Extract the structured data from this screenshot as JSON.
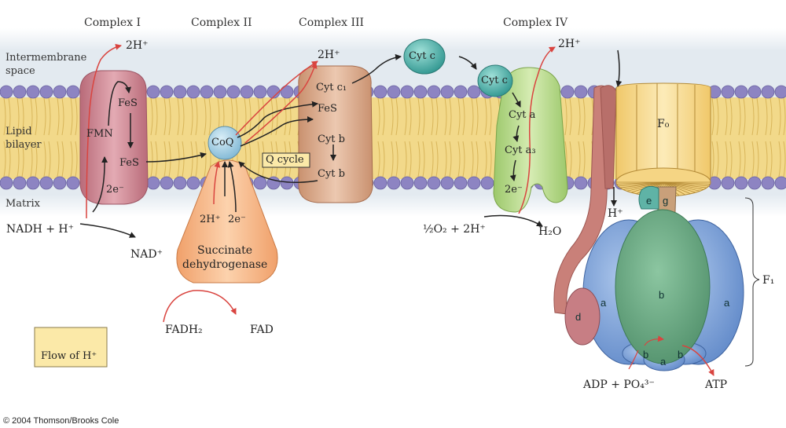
{
  "headers": {
    "complex1": "Complex I",
    "complex2": "Complex II",
    "complex3": "Complex III",
    "complex4": "Complex IV"
  },
  "regions": {
    "intermembrane_line1": "Intermembrane",
    "intermembrane_line2": "space",
    "lipid_line1": "Lipid",
    "lipid_line2": "bilayer",
    "matrix": "Matrix"
  },
  "complex1": {
    "fes_top": "FeS",
    "fmn": "FMN",
    "fes_bottom": "FeS",
    "electrons": "2e⁻",
    "proton_out": "2H⁺",
    "nadh": "NADH + H⁺",
    "nad": "NAD⁺"
  },
  "complex2": {
    "coq": "CoQ",
    "protons": "2H⁺",
    "electrons": "2e⁻",
    "name_line1": "Succinate",
    "name_line2": "dehydrogenase",
    "fadh2": "FADH₂",
    "fad": "FAD"
  },
  "complex3": {
    "proton_out": "2H⁺",
    "cyt_c1": "Cyt c₁",
    "fes": "FeS",
    "cyt_b1": "Cyt b",
    "cyt_b2": "Cyt b",
    "q_cycle": "Q cycle",
    "cyt_c_free": "Cyt c"
  },
  "complex4": {
    "proton_out": "2H⁺",
    "cyt_c": "Cyt c",
    "cyt_a": "Cyt a",
    "cyt_a3": "Cyt a₃",
    "electrons": "2e⁻",
    "oxygen": "½O₂ + 2H⁺",
    "water": "H₂O"
  },
  "atp_synthase": {
    "f0": "F₀",
    "f1": "F₁",
    "proton_in": "H⁺",
    "sub_e": "e",
    "sub_g": "g",
    "sub_b_center": "b",
    "sub_a_left": "a",
    "sub_a_right": "a",
    "sub_d": "d",
    "sub_b_bl": "b",
    "sub_a_bottom": "a",
    "sub_b_br": "b",
    "adp": "ADP + PO₄³⁻",
    "atp": "ATP"
  },
  "legend": {
    "label": "Flow of H⁺"
  },
  "copyright": "© 2004 Thomson/Brooks Cole",
  "colors": {
    "membrane_band": "#dde6ee",
    "lipid_core": "#f2d98a",
    "head_group": "#8d84c2",
    "complex1": "#c9838f",
    "complex2": "#f4b483",
    "complex3": "#d9a98c",
    "complex4": "#b7d98a",
    "cyt_c": "#3aa6a0",
    "f0": "#f7d88a",
    "f1_blue": "#7ea3d8",
    "f1_green": "#5f9e79",
    "stalk": "#c98079",
    "proton_arrow": "#d9443f",
    "legend_bg": "#fbe9a8"
  }
}
